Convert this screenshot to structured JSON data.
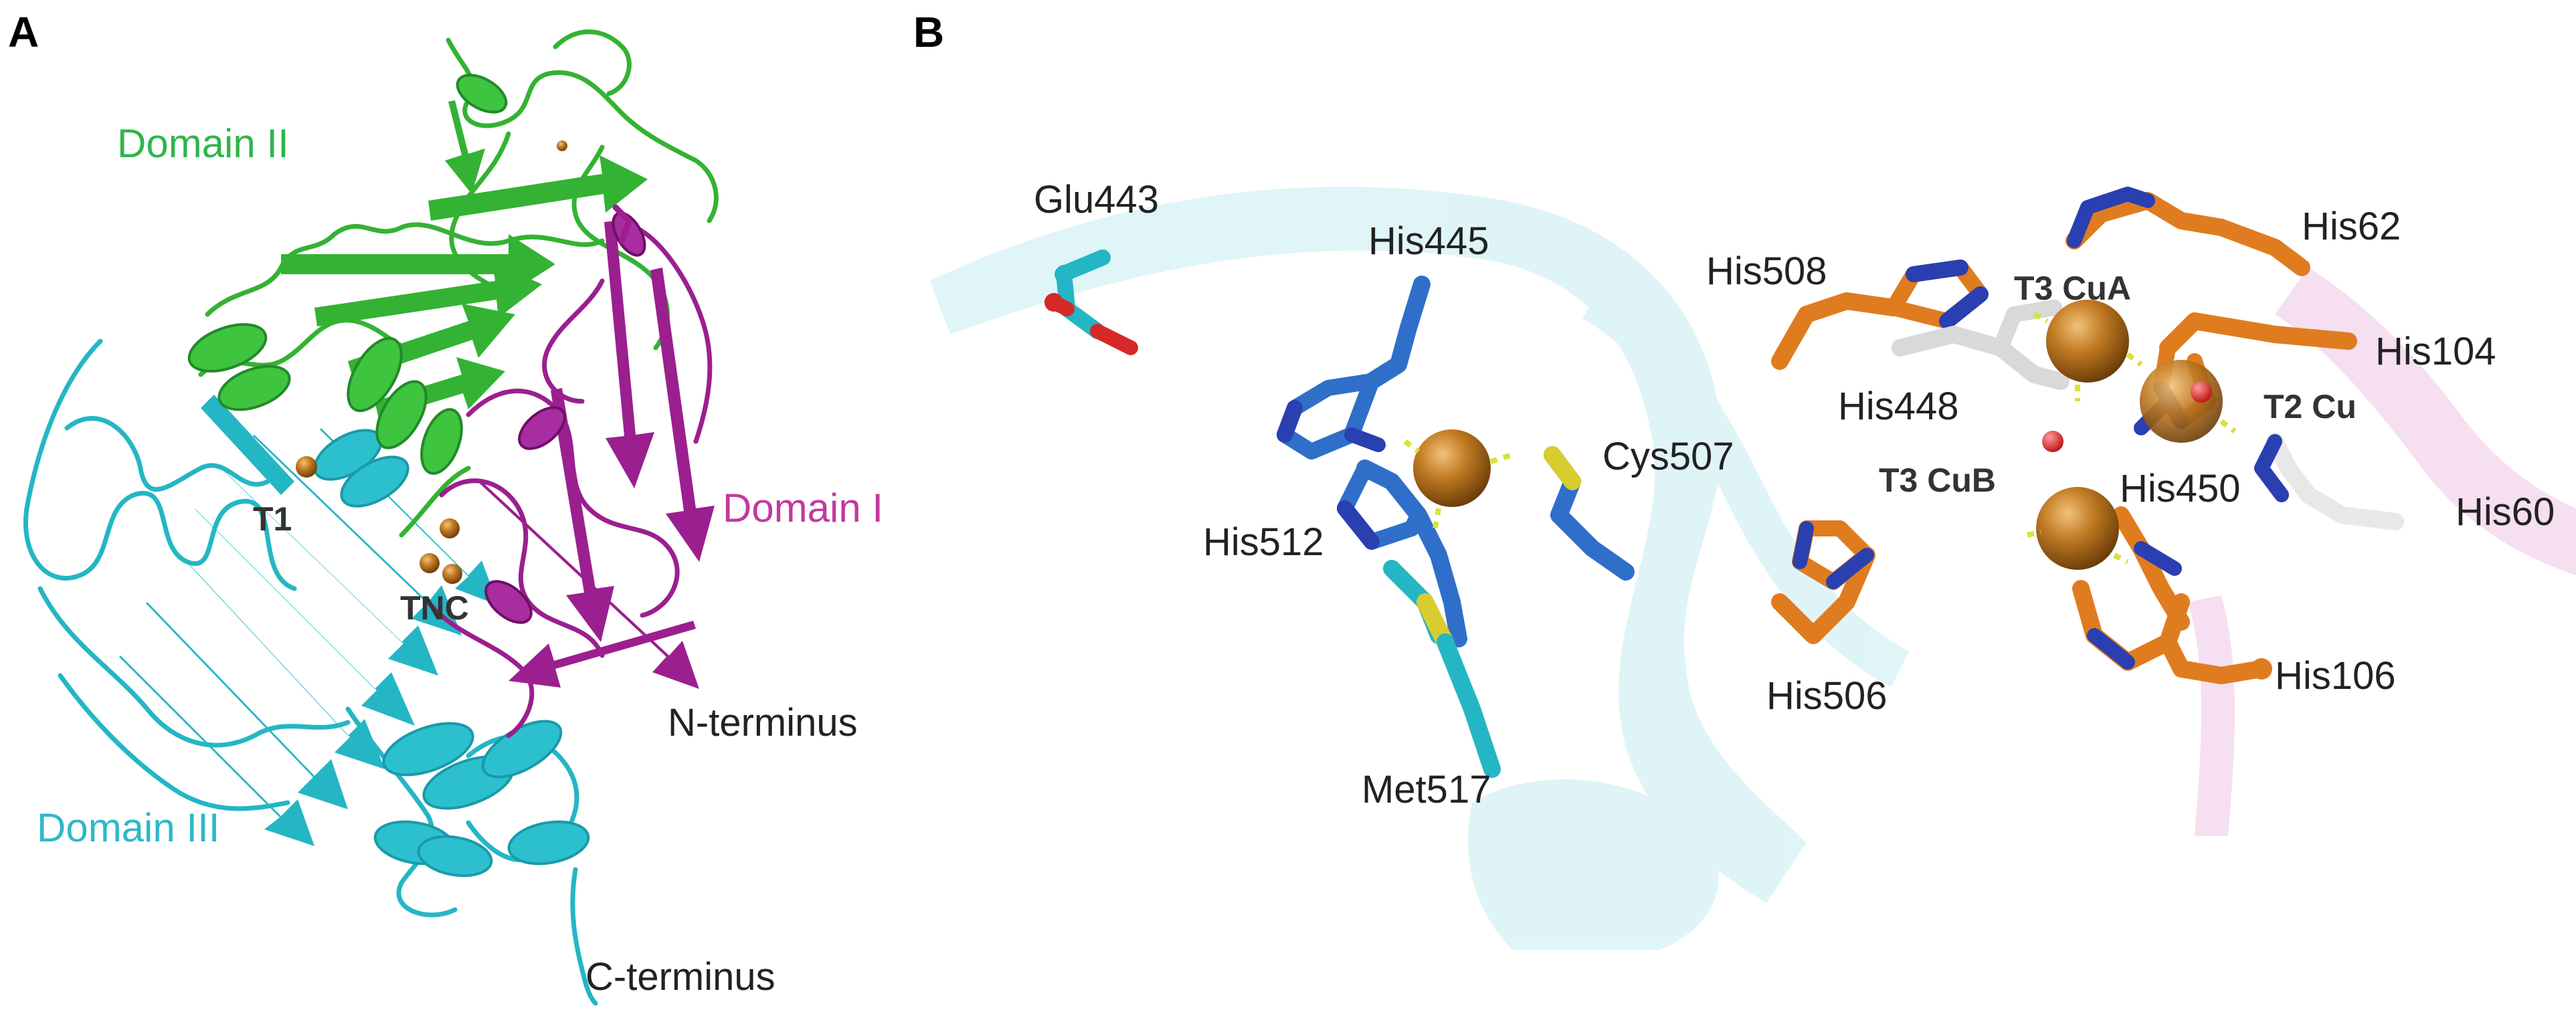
{
  "panels": {
    "a": {
      "letter": "A",
      "domain_labels": {
        "domain_ii": "Domain II",
        "domain_i": "Domain I",
        "domain_iii": "Domain III"
      },
      "site_labels": {
        "t1": "T1",
        "tnc": "TNC"
      },
      "termini": {
        "n": "N-terminus",
        "c": "C-terminus"
      }
    },
    "b": {
      "letter": "B",
      "residues": {
        "glu443": "Glu443",
        "his445": "His445",
        "his512": "His512",
        "cys507": "Cys507",
        "met517": "Met517",
        "his508": "His508",
        "his448": "His448",
        "his506": "His506",
        "his62": "His62",
        "his104": "His104",
        "his450": "His450",
        "his60": "His60",
        "his106": "His106"
      },
      "copper_labels": {
        "t3_cua": "T3 CuA",
        "t2_cu": "T2 Cu",
        "t3_cub": "T3 CuB"
      }
    }
  },
  "colors": {
    "domain_i": "#9b1f8f",
    "domain_ii": "#34b233",
    "domain_iii": "#24b6c4",
    "copper": "#b87320",
    "his_carbon_orange": "#e07c20",
    "his_carbon_blue": "#2f6fc9",
    "nitrogen": "#2a3fb0",
    "sulfur": "#d9cc2e",
    "oxygen": "#d62828",
    "water": "#e02a2a",
    "label_text": "#222222"
  }
}
